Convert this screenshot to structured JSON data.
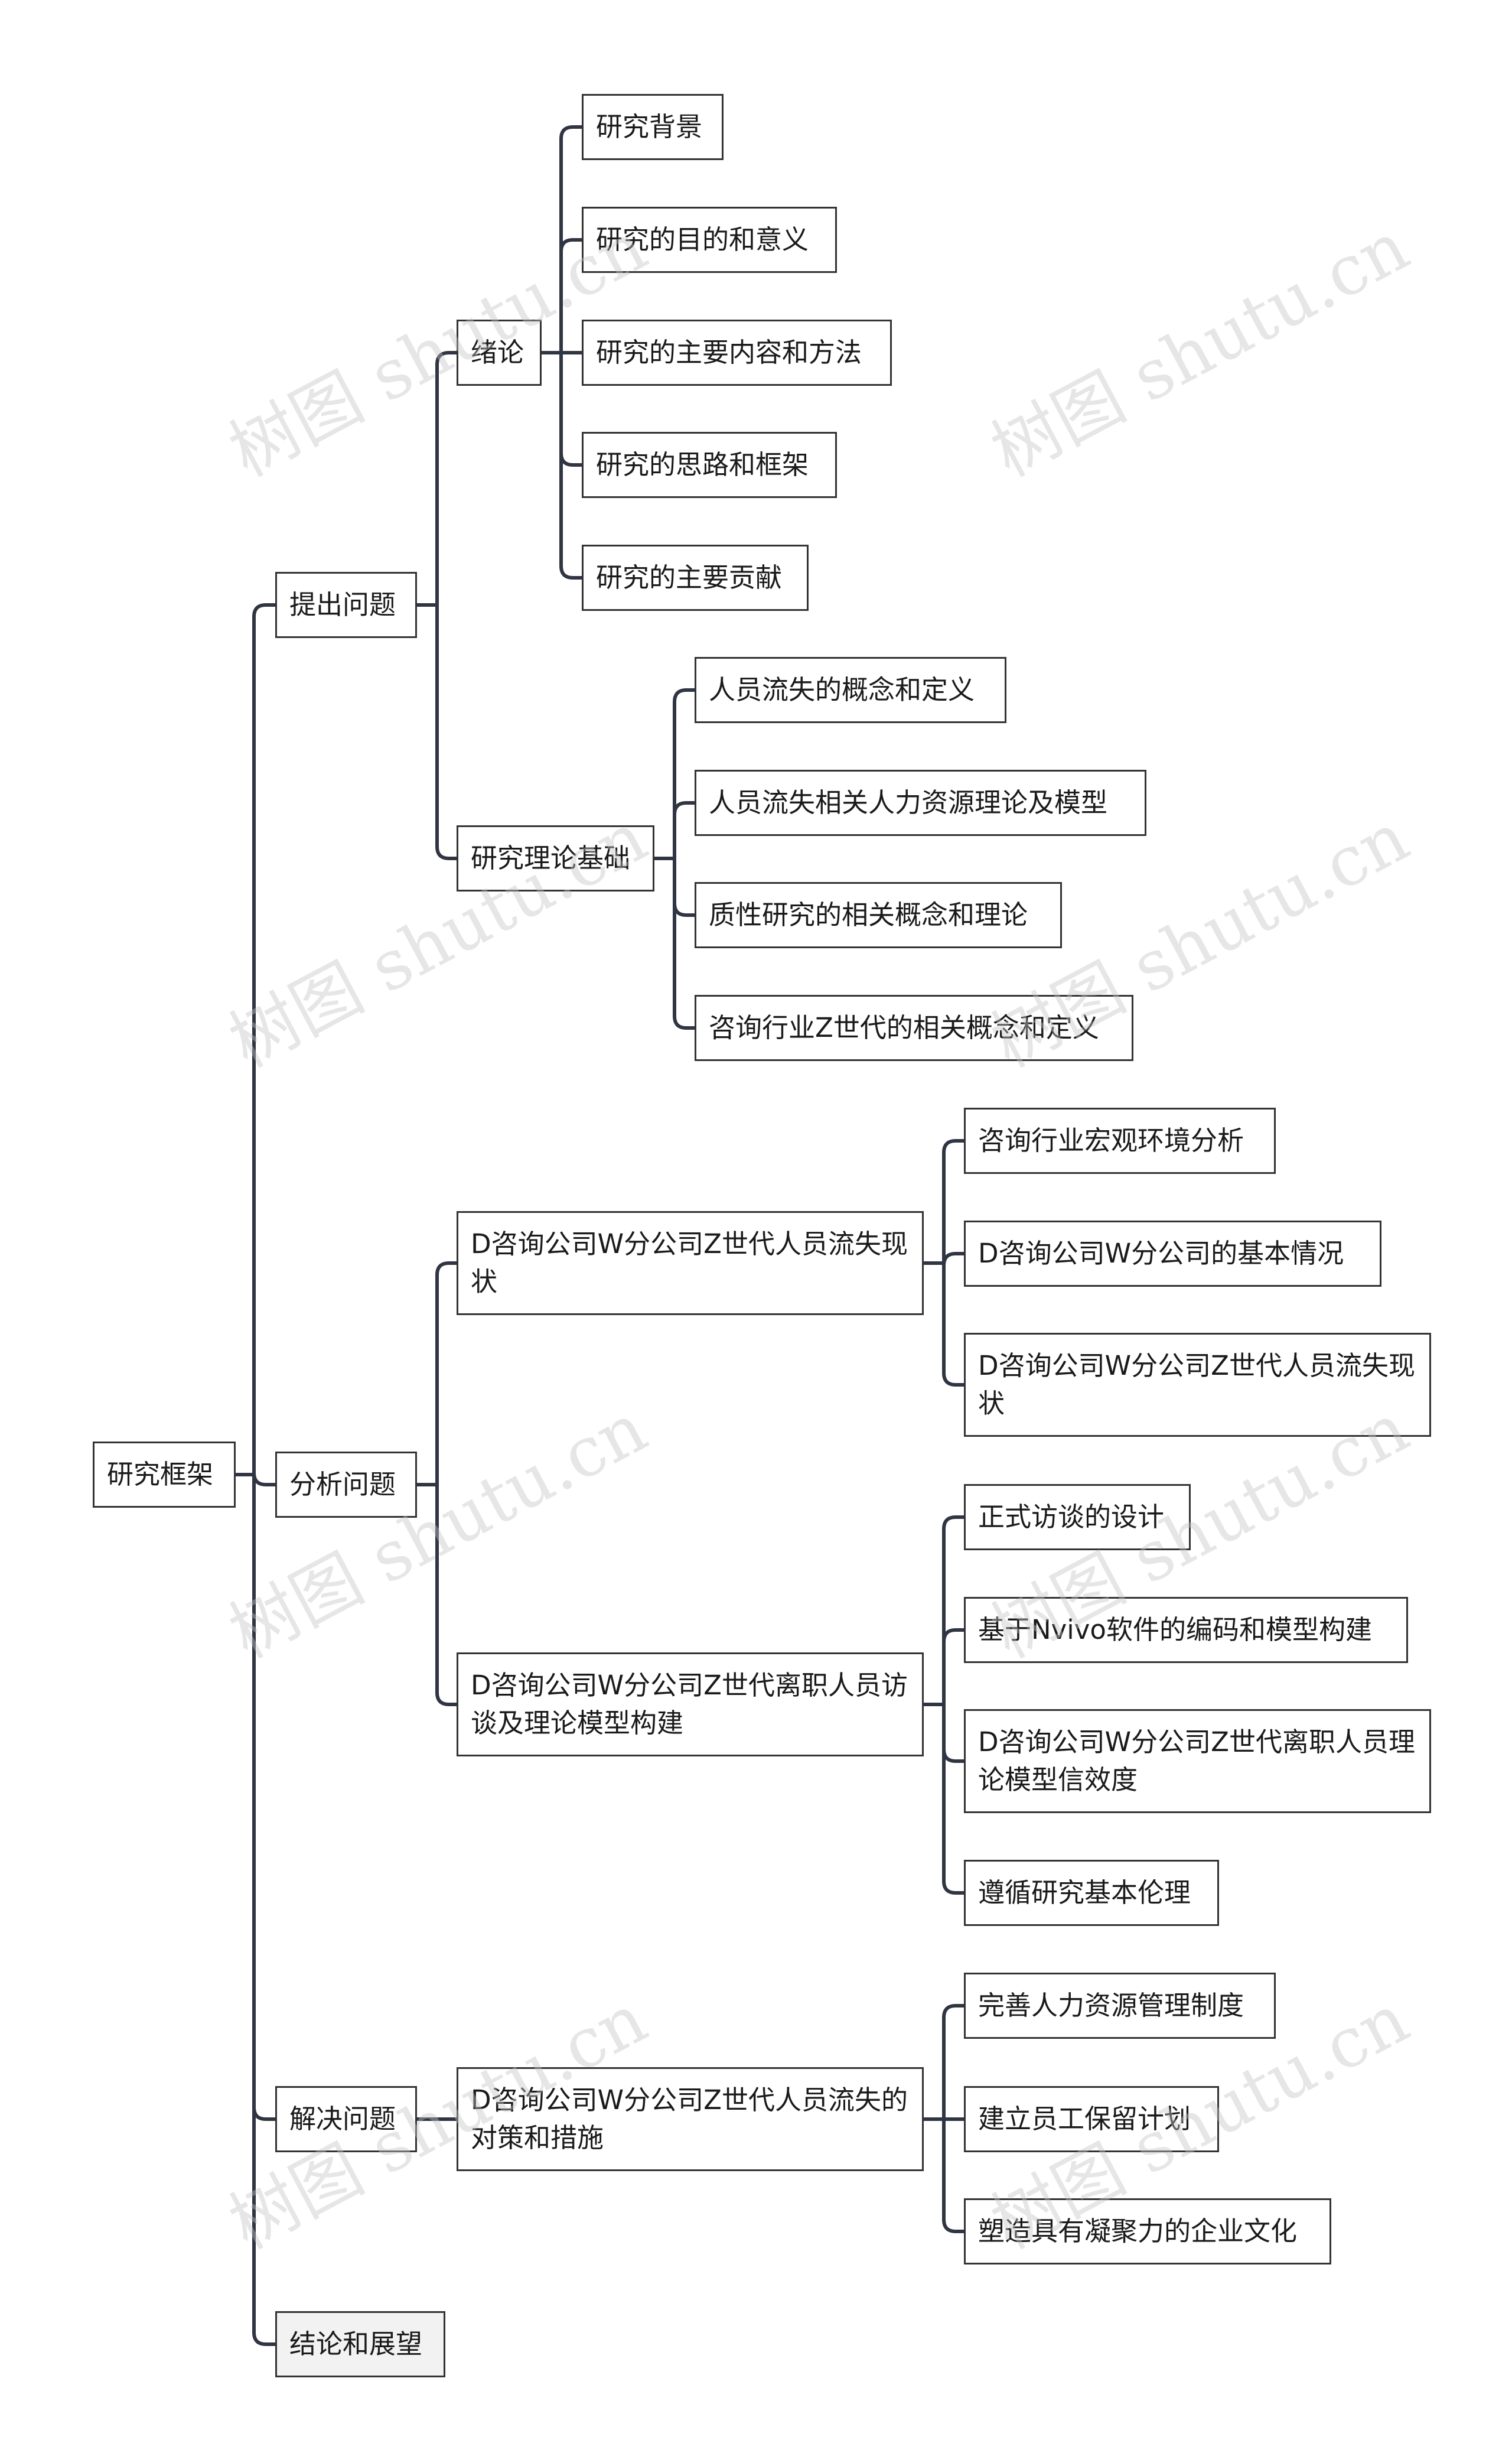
{
  "mindmap": {
    "root": "研究框架",
    "branches": [
      {
        "label": "提出问题",
        "children": [
          {
            "label": "绪论",
            "children": [
              "研究背景",
              "研究的目的和意义",
              "研究的主要内容和方法",
              "研究的思路和框架",
              "研究的主要贡献"
            ]
          },
          {
            "label": "研究理论基础",
            "children": [
              "人员流失的概念和定义",
              "人员流失相关人力资源理论及模型",
              "质性研究的相关概念和理论",
              "咨询行业Z世代的相关概念和定义"
            ]
          }
        ]
      },
      {
        "label": "分析问题",
        "children": [
          {
            "label": "D咨询公司W分公司Z世代人员流失现状",
            "children": [
              "咨询行业宏观环境分析",
              "D咨询公司W分公司的基本情况",
              "D咨询公司W分公司Z世代人员流失现状"
            ]
          },
          {
            "label": "D咨询公司W分公司Z世代离职人员访谈及理论模型构建",
            "children": [
              "正式访谈的设计",
              "基于Nvivo软件的编码和模型构建",
              "D咨询公司W分公司Z世代离职人员理论模型信效度",
              "遵循研究基本伦理"
            ]
          }
        ]
      },
      {
        "label": "解决问题",
        "children": [
          {
            "label": "D咨询公司W分公司Z世代人员流失的对策和措施",
            "children": [
              "完善人力资源管理制度",
              "建立员工保留计划",
              "塑造具有凝聚力的企业文化"
            ]
          }
        ]
      },
      {
        "label": "结论和展望",
        "children": []
      }
    ]
  },
  "watermark": "树图 shutu.cn",
  "colors": {
    "line": "#2f3542",
    "border": "#333333",
    "text": "#1a1a1a",
    "shaded": "#f2f2f2"
  }
}
